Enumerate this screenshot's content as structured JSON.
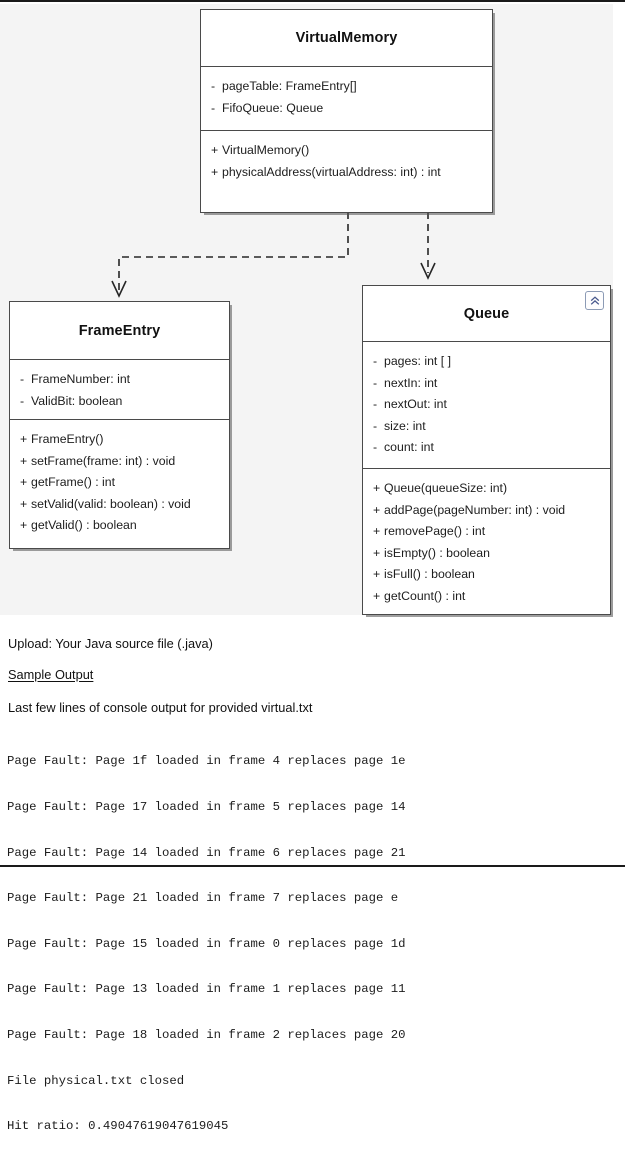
{
  "diagram": {
    "background_color": "#f4f4f4",
    "classes": [
      {
        "id": "virtualmemory",
        "name": "VirtualMemory",
        "attributes": [
          {
            "visibility": "-",
            "text": "pageTable: FrameEntry[]"
          },
          {
            "visibility": "-",
            "text": "FifoQueue: Queue"
          }
        ],
        "operations": [
          {
            "visibility": "+",
            "text": "VirtualMemory()"
          },
          {
            "visibility": "+",
            "text": "physicalAddress(virtualAddress: int) : int"
          }
        ]
      },
      {
        "id": "frameentry",
        "name": "FrameEntry",
        "attributes": [
          {
            "visibility": "-",
            "text": "FrameNumber: int"
          },
          {
            "visibility": "-",
            "text": "ValidBit: boolean"
          }
        ],
        "operations": [
          {
            "visibility": "+",
            "text": "FrameEntry()"
          },
          {
            "visibility": "+",
            "text": "setFrame(frame: int) : void"
          },
          {
            "visibility": "+",
            "text": "getFrame() : int"
          },
          {
            "visibility": "+",
            "text": "setValid(valid: boolean) : void"
          },
          {
            "visibility": "+",
            "text": "getValid() : boolean"
          }
        ]
      },
      {
        "id": "queue",
        "name": "Queue",
        "collapse_icon": "double-chevron-up-icon",
        "attributes": [
          {
            "visibility": "-",
            "text": "pages: int [ ]"
          },
          {
            "visibility": "-",
            "text": "nextIn: int"
          },
          {
            "visibility": "-",
            "text": "nextOut: int"
          },
          {
            "visibility": "-",
            "text": "size: int"
          },
          {
            "visibility": "-",
            "text": "count: int"
          }
        ],
        "operations": [
          {
            "visibility": "+",
            "text": "Queue(queueSize: int)"
          },
          {
            "visibility": "+",
            "text": "addPage(pageNumber: int) : void"
          },
          {
            "visibility": "+",
            "text": "removePage() : int"
          },
          {
            "visibility": "+",
            "text": "isEmpty() : boolean"
          },
          {
            "visibility": "+",
            "text": "isFull() : boolean"
          },
          {
            "visibility": "+",
            "text": "getCount() : int"
          }
        ]
      }
    ],
    "relationships": [
      {
        "from": "VirtualMemory",
        "to": "FrameEntry",
        "type": "dependency",
        "style": "dashed-open-arrow"
      },
      {
        "from": "VirtualMemory",
        "to": "Queue",
        "type": "dependency",
        "style": "dashed-open-arrow"
      }
    ]
  },
  "document": {
    "upload_line": "Upload: Your Java source file (.java)",
    "sample_output_heading": "Sample Output",
    "console_caption": "Last few lines of console output for provided virtual.txt",
    "console_lines": [
      "Page Fault: Page 1f loaded in frame 4 replaces page 1e",
      "Page Fault: Page 17 loaded in frame 5 replaces page 14",
      "Page Fault: Page 14 loaded in frame 6 replaces page 21",
      "Page Fault: Page 21 loaded in frame 7 replaces page e",
      "Page Fault: Page 15 loaded in frame 0 replaces page 1d",
      "Page Fault: Page 13 loaded in frame 1 replaces page 11",
      "Page Fault: Page 18 loaded in frame 2 replaces page 20",
      "File physical.txt closed",
      "Hit ratio: 0.49047619047619045"
    ]
  }
}
